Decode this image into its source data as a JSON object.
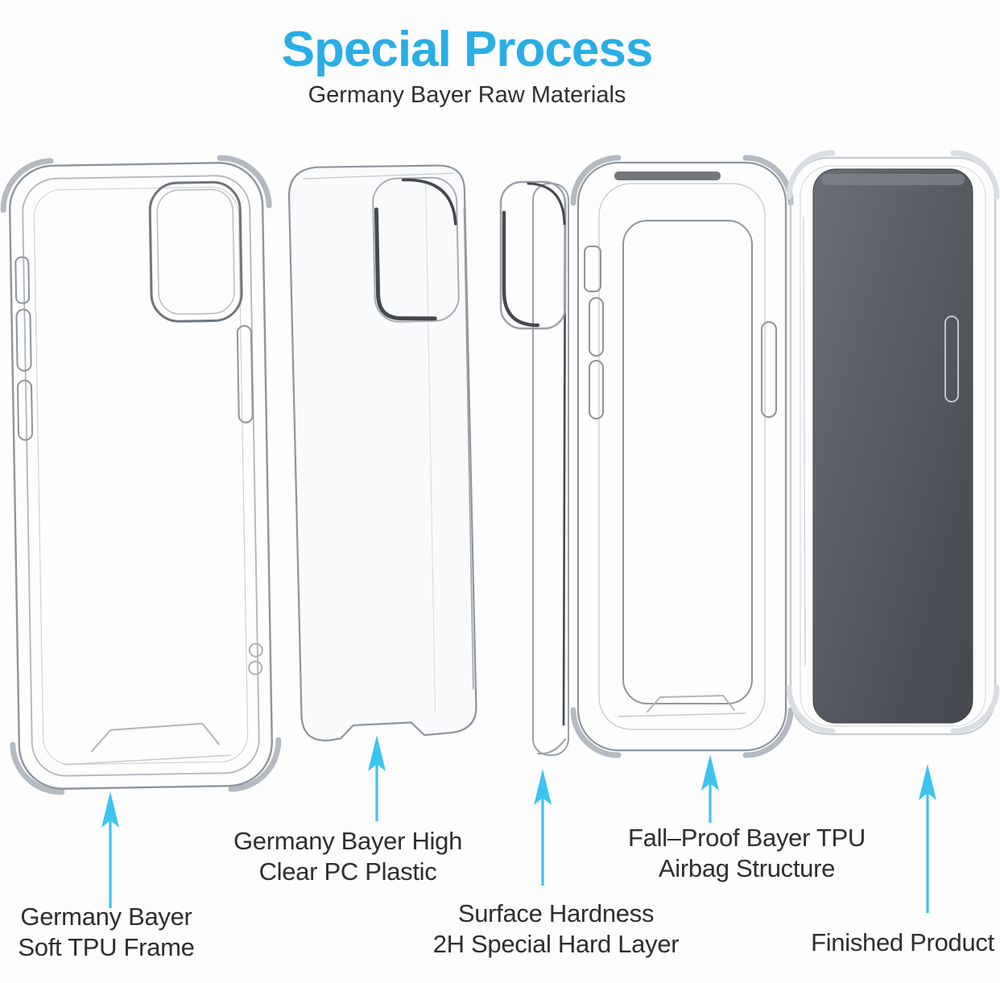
{
  "header": {
    "title": "Special Process",
    "subtitle": "Germany Bayer Raw Materials"
  },
  "colors": {
    "title_cyan": "#29aee5",
    "arrow_cyan": "#3cc4ef",
    "label_text": "#2e2e2e",
    "case_line_gray": "#9aa1a8",
    "case_line_dark": "#4a4e54",
    "phone_screen_dark": "#52565d"
  },
  "components": [
    {
      "id": "soft-tpu-frame",
      "illustration": "clear-tpu-full-case-back-view",
      "label": [
        "Germany Bayer",
        "Soft TPU Frame"
      ]
    },
    {
      "id": "clear-pc-plastic",
      "illustration": "clear-pc-back-plate",
      "label": [
        "Germany Bayer High",
        "Clear PC Plastic"
      ]
    },
    {
      "id": "hard-layer",
      "illustration": "thin-hard-layer-edge-view",
      "label": [
        "Surface Hardness",
        "2H Special Hard Layer"
      ]
    },
    {
      "id": "tpu-airbag",
      "illustration": "tpu-bumper-frame-airbag-corners",
      "label": [
        "Fall–Proof Bayer TPU",
        "Airbag Structure"
      ]
    },
    {
      "id": "finished-product",
      "illustration": "assembled-clear-case-with-phone",
      "label": [
        "Finished Product"
      ]
    }
  ]
}
